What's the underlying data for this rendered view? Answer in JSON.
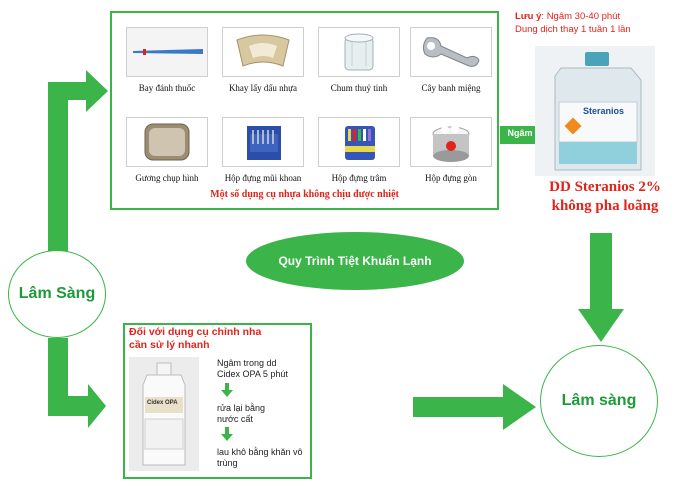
{
  "instruments": {
    "row1": [
      {
        "label": "Bay đánh thuốc",
        "icon": "spatula-icon"
      },
      {
        "label": "Khay lấy dấu nhựa",
        "icon": "impression-tray-icon"
      },
      {
        "label": "Chum thuỷ tinh",
        "icon": "glass-jar-icon"
      },
      {
        "label": "Cây banh miệng",
        "icon": "mouth-retractor-icon"
      }
    ],
    "row2": [
      {
        "label": "Gương chụp hình",
        "icon": "photo-mirror-icon"
      },
      {
        "label": "Hộp đựng mũi khoan",
        "icon": "bur-box-icon"
      },
      {
        "label": "Hộp đựng trâm",
        "icon": "file-box-icon"
      },
      {
        "label": "Hộp đựng gòn",
        "icon": "cotton-box-icon"
      }
    ],
    "caption": "Một số dụng cụ nhựa không chịu được nhiệt"
  },
  "note": {
    "label": "Lưu ý",
    "line1": ": Ngâm 30-40 phút",
    "line2": "Dung dịch thay 1 tuần 1 lần"
  },
  "bottle_steranios": {
    "brand": "Steranios"
  },
  "arrow_soak": "Ngâm",
  "solution": {
    "line1": "DD Steranios 2%",
    "line2": "không pha loãng"
  },
  "center_title": "Quy Trình Tiệt Khuẩn Lạnh",
  "left_node": "Lâm Sàng",
  "right_node": "Lâm sàng",
  "ortho": {
    "title_line1": "Đối với dụng cụ chỉnh nha",
    "title_line2": "cần sử lý nhanh",
    "bottle_label": "Cidex OPA",
    "steps": [
      "Ngâm trong dd Cidex OPA 5 phút",
      "rửa lại bằng nước cất",
      "lau khô bằng khăn vô trùng"
    ]
  },
  "colors": {
    "green": "#3bb54a",
    "dark_green": "#1e9a3a",
    "red": "#e2231a"
  }
}
